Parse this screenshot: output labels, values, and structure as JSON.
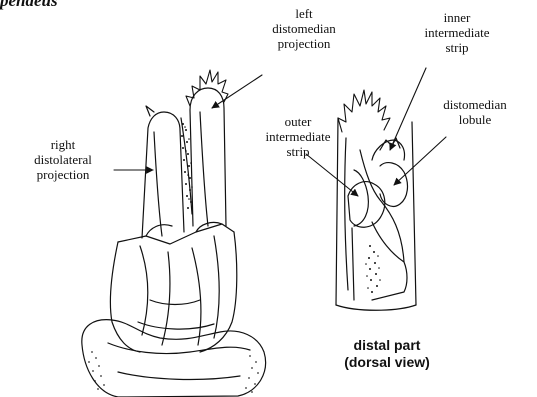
{
  "figure": {
    "title_fragment": "pendeus",
    "labels": {
      "left_distomedian_projection": "left\ndistomedian\nprojection",
      "inner_intermediate_strip": "inner\nintermediate\nstrip",
      "right_distolateral_projection": "right\ndistolateral\nprojection",
      "outer_intermediate_strip": "outer\nintermediate\nstrip",
      "distomedian_lobule": "distomedian\nlobule"
    },
    "caption": "distal part\n(dorsal view)"
  }
}
